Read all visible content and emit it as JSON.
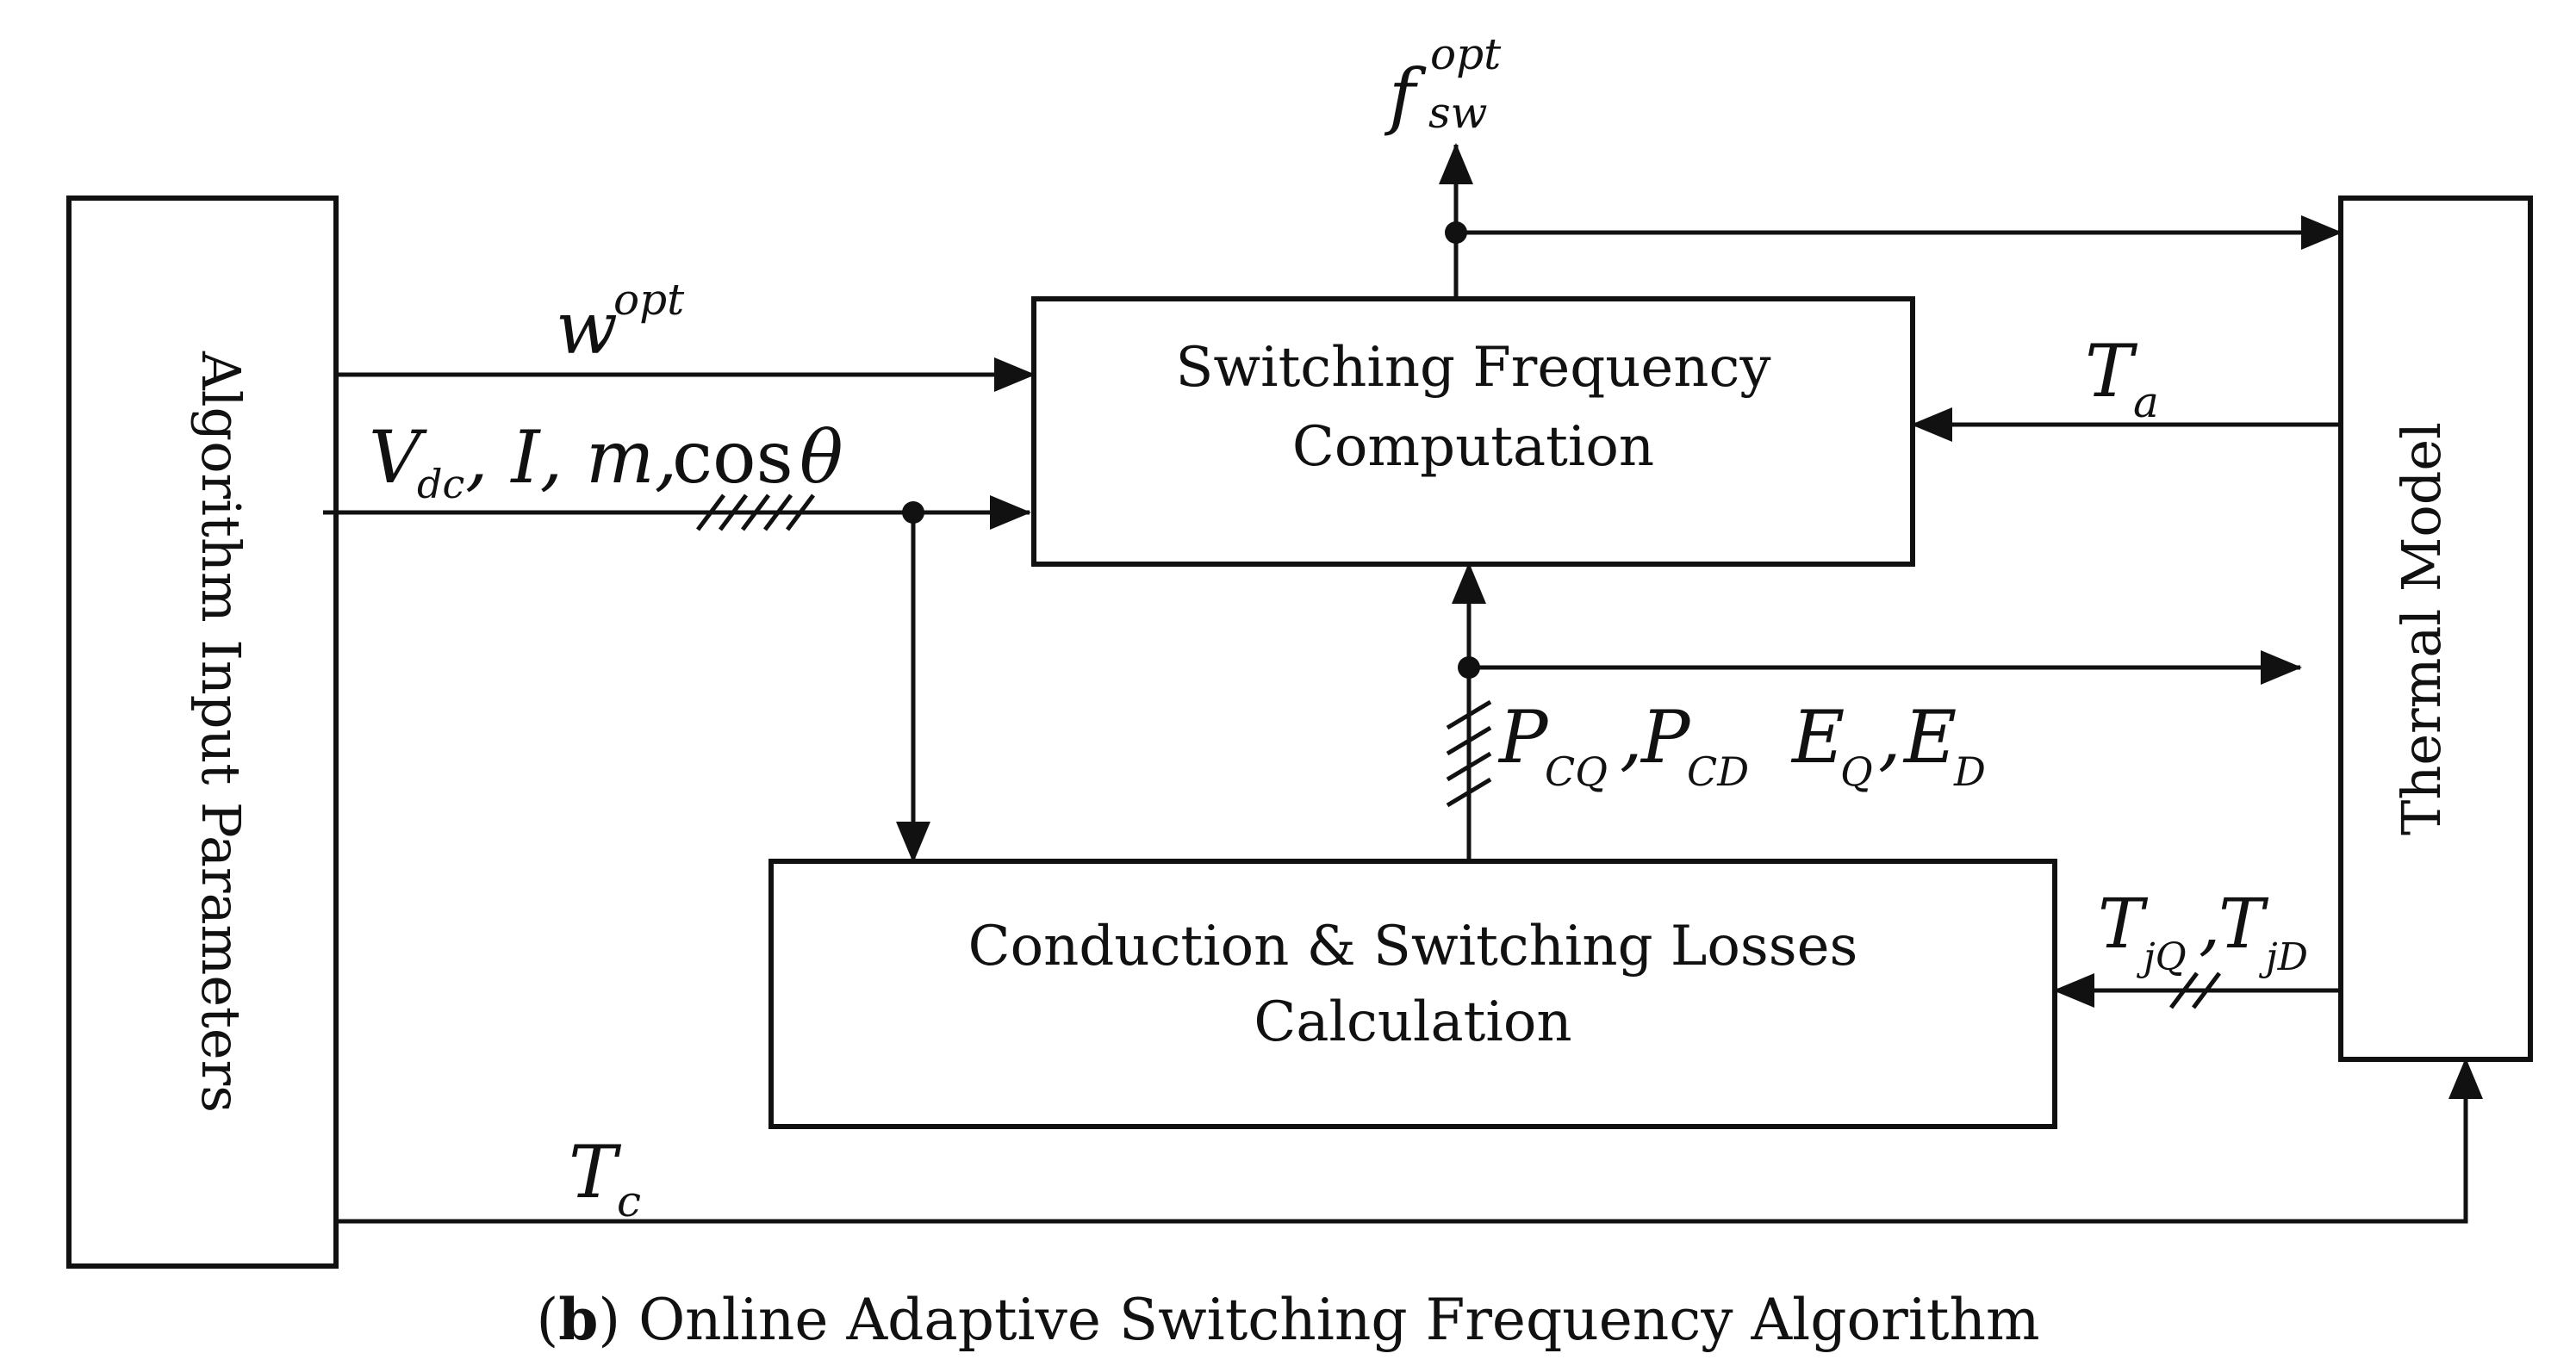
{
  "blocks": {
    "input_params": "Algorithm Input Parameters",
    "switching_freq_line1": "Switching Frequency",
    "switching_freq_line2": "Computation",
    "losses_line1": "Conduction  & Switching Losses",
    "losses_line2": "Calculation",
    "thermal_model": "Thermal Model"
  },
  "signals": {
    "f_sw_opt": {
      "base": "f",
      "sup": "opt",
      "sub": "sw"
    },
    "w_opt": {
      "base": "w",
      "sup": "opt"
    },
    "inputs": {
      "v": "V",
      "v_sub": "dc",
      "rest": ", I, m, ",
      "cos": "cos",
      "theta": "θ"
    },
    "t_a": {
      "base": "T",
      "sub": "a"
    },
    "losses": {
      "p1": "P",
      "p1_sub": "CQ",
      "p2": "P",
      "p2_sub": "CD",
      "e1": "E",
      "e1_sub": "Q",
      "e2": "E",
      "e2_sub": "D",
      "comma": ","
    },
    "junction_temps": {
      "t1": "T",
      "t1_sub": "jQ",
      "t2": "T",
      "t2_sub": "jD",
      "comma": ","
    },
    "t_c": {
      "base": "T",
      "sub": "c"
    }
  },
  "caption": {
    "label_open": "(",
    "label": "b",
    "label_close": ")",
    "text": " Online Adaptive Switching Frequency Algorithm"
  }
}
